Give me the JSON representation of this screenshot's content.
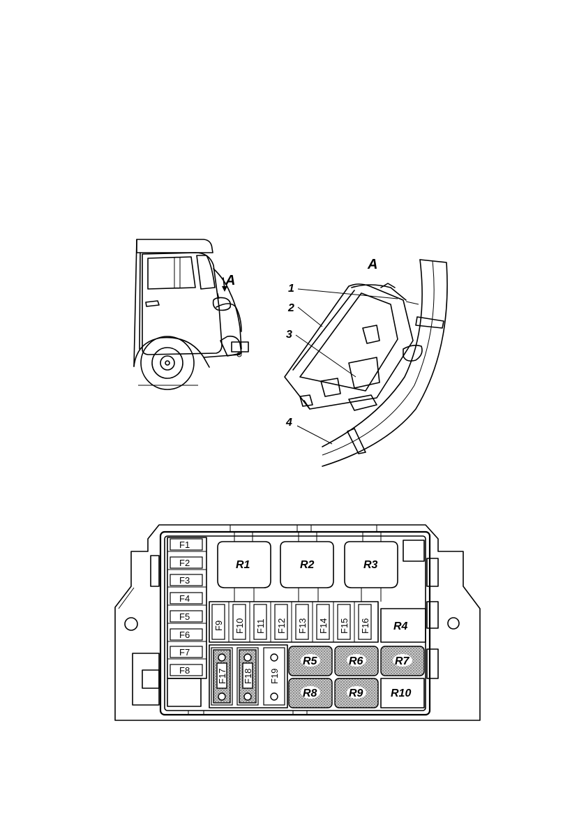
{
  "truck_view": {
    "callout": "A"
  },
  "detail_view": {
    "title": "A",
    "callouts": [
      "1",
      "2",
      "3",
      "4"
    ]
  },
  "fuse_box": {
    "left_fuses": [
      "F1",
      "F2",
      "F3",
      "F4",
      "F5",
      "F6",
      "F7",
      "F8"
    ],
    "top_relays": [
      "R1",
      "R2",
      "R3"
    ],
    "mid_fuses": [
      "F9",
      "F10",
      "F11",
      "F12",
      "F13",
      "F14",
      "F15",
      "F16"
    ],
    "side_relay": "R4",
    "bottom_fuses": [
      "F17",
      "F18",
      "F19"
    ],
    "bottom_relays_row1": [
      "R5",
      "R6",
      "R7"
    ],
    "bottom_relays_row2": [
      "R8",
      "R9",
      "R10"
    ]
  }
}
